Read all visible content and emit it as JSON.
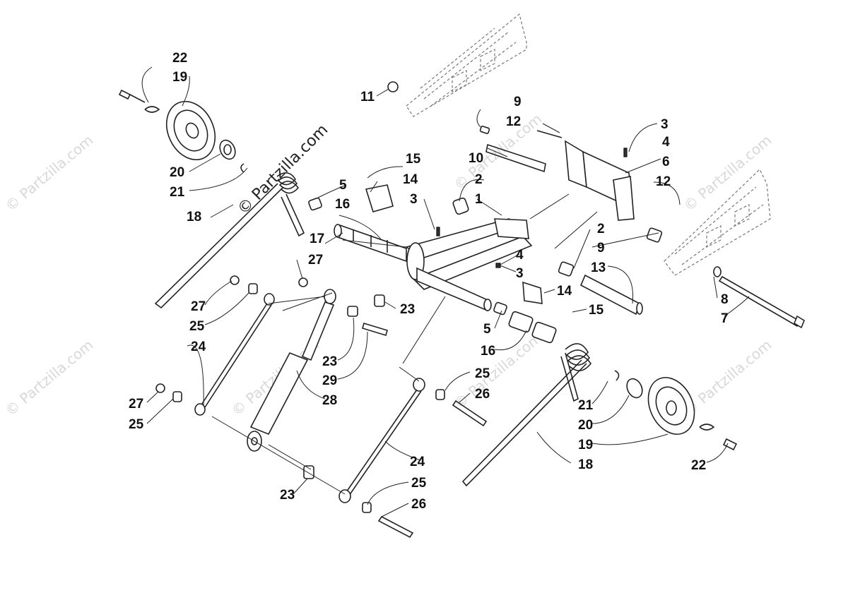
{
  "watermark": {
    "main_text": "© Partzilla.com",
    "repeat_text": "© Partzilla.com"
  },
  "callouts": [
    "22",
    "19",
    "20",
    "21",
    "18",
    "11",
    "9",
    "12",
    "10",
    "3",
    "4",
    "6",
    "12",
    "15",
    "14",
    "5",
    "2",
    "1",
    "3",
    "16",
    "17",
    "27",
    "27",
    "25",
    "24",
    "23",
    "29",
    "28",
    "2",
    "9",
    "13",
    "4",
    "3",
    "14",
    "15",
    "23",
    "5",
    "16",
    "8",
    "7",
    "25",
    "26",
    "21",
    "20",
    "19",
    "18",
    "22",
    "27",
    "25",
    "24",
    "25",
    "26",
    "23"
  ],
  "colors": {
    "line": "#222222",
    "background": "#ffffff",
    "watermark": "#d8d8d8"
  }
}
